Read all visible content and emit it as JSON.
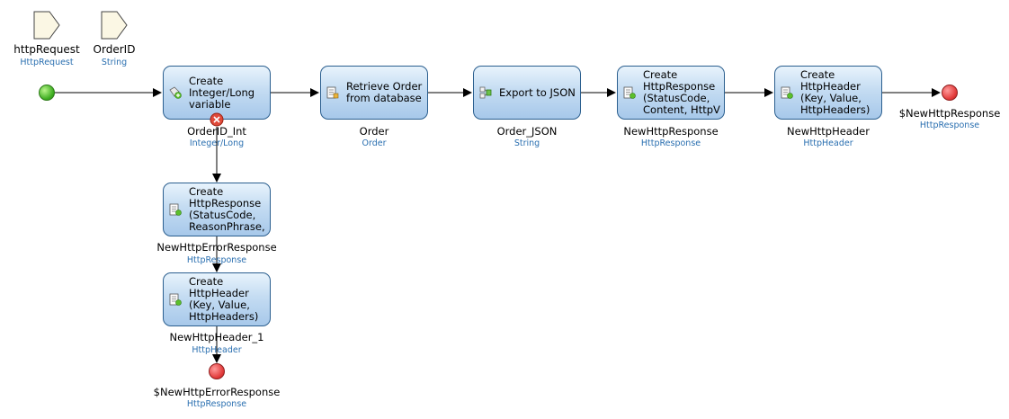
{
  "parameters": [
    {
      "name": "httpRequest",
      "type": "HttpRequest"
    },
    {
      "name": "OrderID",
      "type": "String"
    }
  ],
  "activities": {
    "create_int": {
      "label": "Create\nInteger/Long\nvariable",
      "output_name": "OrderID_Int",
      "output_type": "Integer/Long"
    },
    "retrieve_order": {
      "label": "Retrieve Order\nfrom database",
      "output_name": "Order",
      "output_type": "Order"
    },
    "export_json": {
      "label": "Export to JSON",
      "output_name": "Order_JSON",
      "output_type": "String"
    },
    "create_response": {
      "label": "Create\nHttpResponse\n(StatusCode,\nContent, HttpV",
      "output_name": "NewHttpResponse",
      "output_type": "HttpResponse"
    },
    "create_header": {
      "label": "Create\nHttpHeader\n(Key, Value,\nHttpHeaders)",
      "output_name": "NewHttpHeader",
      "output_type": "HttpHeader"
    },
    "create_error_response": {
      "label": "Create\nHttpResponse\n(StatusCode,\nReasonPhrase,",
      "output_name": "NewHttpErrorResponse",
      "output_type": "HttpResponse"
    },
    "create_error_header": {
      "label": "Create\nHttpHeader\n(Key, Value,\nHttpHeaders)",
      "output_name": "NewHttpHeader_1",
      "output_type": "HttpHeader"
    }
  },
  "end_events": {
    "success": {
      "name": "$NewHttpResponse",
      "type": "HttpResponse"
    },
    "error": {
      "name": "$NewHttpErrorResponse",
      "type": "HttpResponse"
    }
  },
  "colors": {
    "start": "#3fae22",
    "end": "#e23a3a",
    "activity_border": "#2b5f8f",
    "type_text": "#2a6fb0",
    "error_badge": "#e04a3a"
  },
  "icons": {
    "create_int": "create-variable-icon",
    "retrieve_order": "retrieve-object-icon",
    "export_json": "export-mapping-icon",
    "create_object": "create-object-icon",
    "error_handler": "error-handler-icon"
  }
}
